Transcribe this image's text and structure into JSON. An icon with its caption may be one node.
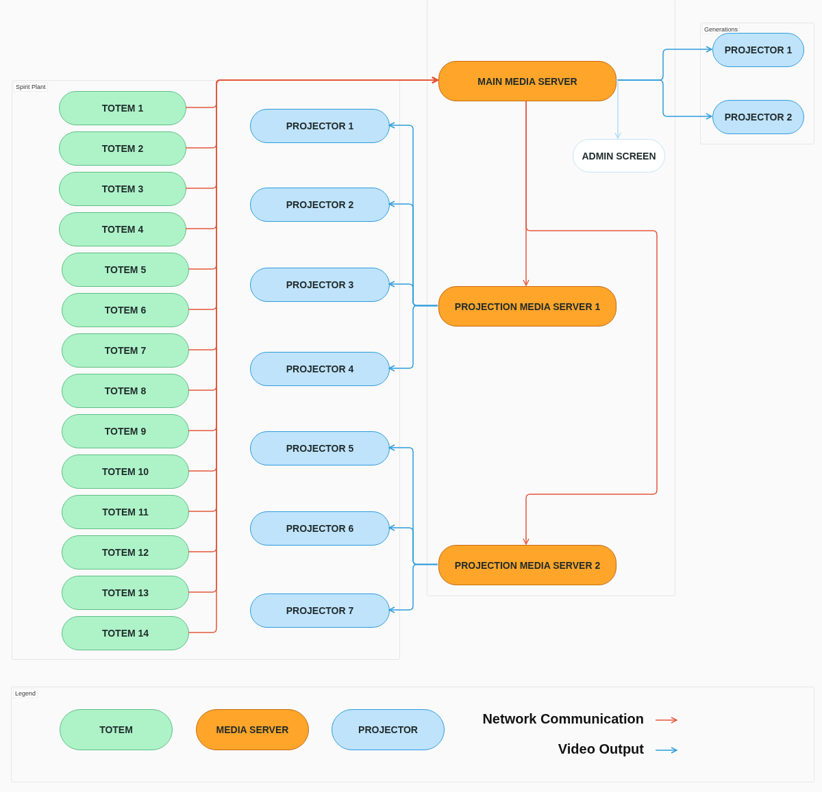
{
  "diagram": {
    "nodes": [
      {
        "text": [
          "Spirit Plant"
        ]
      },
      {
        "text": [
          "TOTEM 1"
        ],
        "in": 0
      },
      {
        "text": [
          "TOTEM 2"
        ],
        "in": 0
      },
      {
        "text": [
          "TOTEM 3"
        ],
        "in": 0
      },
      {
        "text": [
          "TOTEM 4"
        ],
        "in": 0
      },
      {
        "text": [
          "TOTEM 5"
        ],
        "in": 0
      },
      {
        "text": [
          "TOTEM 6"
        ],
        "in": 0
      },
      {
        "text": [
          "TOTEM 7"
        ],
        "in": 0
      },
      {
        "text": [
          "TOTEM 8"
        ],
        "in": 0
      },
      {
        "text": [
          "TOTEM 9"
        ],
        "in": 0
      },
      {
        "text": [
          "TOTEM 10"
        ],
        "in": 0
      },
      {
        "text": [
          "TOTEM 11"
        ],
        "in": 0
      },
      {
        "text": [
          "TOTEM 12"
        ],
        "in": 0
      },
      {
        "text": [
          "TOTEM 13"
        ],
        "in": 0
      },
      {
        "text": [
          "TOTEM 14"
        ],
        "in": 0
      },
      {
        "text": [
          "PROJECTOR 1"
        ],
        "in": 0
      },
      {
        "text": [
          "PROJECTOR 2"
        ],
        "in": 0
      },
      {
        "text": [
          "PROJECTOR 3"
        ],
        "in": 0
      },
      {
        "text": [
          "PROJECTOR 4"
        ],
        "in": 0
      },
      {
        "text": [
          "PROJECTOR 5"
        ],
        "in": 0
      },
      {
        "text": [
          "PROJECTOR 6"
        ],
        "in": 0
      },
      {
        "text": [
          "PROJECTOR 7"
        ],
        "in": 0
      },
      {
        "text": [],
        "shape": "box"
      },
      {
        "text": [
          "MAIN MEDIA SERVER"
        ],
        "in": 22
      },
      {
        "text": [
          "ADMIN SCREEN"
        ],
        "in": 22
      },
      {
        "text": [
          "PROJECTION MEDIA SERVER 1"
        ],
        "in": 22
      },
      {
        "text": [
          "PROJECTION MEDIA SERVER 2"
        ],
        "in": 22
      },
      {
        "text": [
          "Generations"
        ]
      },
      {
        "text": [
          "PROJECTOR 1"
        ],
        "in": 27
      },
      {
        "text": [
          "PROJECTOR 2"
        ],
        "in": 27
      }
    ],
    "edges": [
      {
        "from": 1,
        "to": 23,
        "arrow": "to"
      },
      {
        "from": 2,
        "to": 23,
        "arrow": "to"
      },
      {
        "from": 3,
        "to": 23,
        "arrow": "to"
      },
      {
        "from": 4,
        "to": 23,
        "arrow": "to"
      },
      {
        "from": 5,
        "to": 23,
        "arrow": "to"
      },
      {
        "from": 6,
        "to": 23,
        "arrow": "to"
      },
      {
        "from": 7,
        "to": 23,
        "arrow": "to"
      },
      {
        "from": 8,
        "to": 23,
        "arrow": "to"
      },
      {
        "from": 9,
        "to": 23,
        "arrow": "to"
      },
      {
        "from": 10,
        "to": 23,
        "arrow": "to"
      },
      {
        "from": 11,
        "to": 23,
        "arrow": "to"
      },
      {
        "from": 12,
        "to": 23,
        "arrow": "to"
      },
      {
        "from": 13,
        "to": 23,
        "arrow": "to"
      },
      {
        "from": 14,
        "to": 23,
        "arrow": "to"
      },
      {
        "from": 23,
        "to": 28,
        "arrow": "to",
        "color": "#2d9cdb"
      },
      {
        "from": 23,
        "to": 29,
        "arrow": "to",
        "color": "#2d9cdb"
      },
      {
        "from": 23,
        "to": 24,
        "arrow": "to",
        "color": "#b3dbf7"
      },
      {
        "from": 23,
        "to": 25,
        "arrow": "to"
      },
      {
        "from": 23,
        "to": 26,
        "arrow": "to"
      },
      {
        "from": 25,
        "to": 15,
        "arrow": "to",
        "color": "#2d9cdb"
      },
      {
        "from": 25,
        "to": 16,
        "arrow": "to",
        "color": "#2d9cdb"
      },
      {
        "from": 25,
        "to": 17,
        "arrow": "to",
        "color": "#2d9cdb"
      },
      {
        "from": 25,
        "to": 18,
        "arrow": "to",
        "color": "#2d9cdb"
      },
      {
        "from": 26,
        "to": 19,
        "arrow": "to",
        "color": "#2d9cdb"
      },
      {
        "from": 26,
        "to": 20,
        "arrow": "to",
        "color": "#2d9cdb"
      },
      {
        "from": 26,
        "to": 21,
        "arrow": "to",
        "color": "#2d9cdb"
      }
    ],
    "labels": [
      "Legend"
    ],
    "legend": [
      {
        "text": "TOTEM",
        "color": "#aef2c8"
      },
      {
        "text": "MEDIA SERVER",
        "color": "#ffa52a"
      },
      {
        "text": "PROJECTOR",
        "color": "#bfe3fb"
      },
      {
        "text": "Network Communication"
      },
      {
        "text": "Video Output"
      }
    ]
  }
}
